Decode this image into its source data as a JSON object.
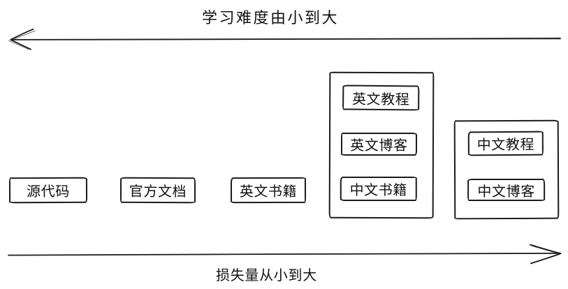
{
  "diagram": {
    "colors": {
      "ink": "#1b1b1b",
      "background": "#ffffff",
      "text": "#111111"
    },
    "top_axis": {
      "label": "学习难度由小到大",
      "direction": "left"
    },
    "bottom_axis": {
      "label": "损失量从小到大",
      "direction": "right"
    },
    "boxes": {
      "source_code": "源代码",
      "official_docs": "官方文档",
      "english_books": "英文书籍"
    },
    "groups": {
      "group_a": {
        "items": {
          "english_tutorials": "英文教程",
          "english_blogs": "英文博客",
          "chinese_books": "中文书籍"
        }
      },
      "group_b": {
        "items": {
          "chinese_tutorials": "中文教程",
          "chinese_blogs": "中文博客"
        }
      }
    }
  }
}
